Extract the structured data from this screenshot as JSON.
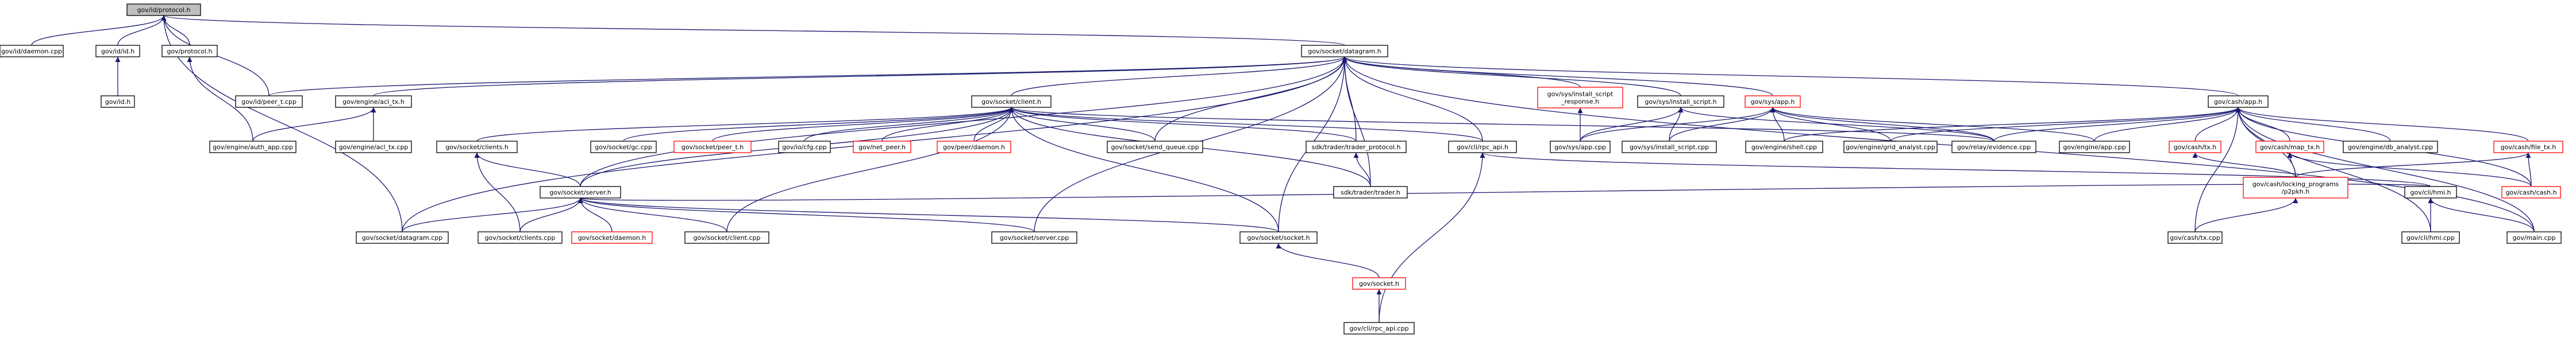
{
  "graph": {
    "colors": {
      "edge": "#191970",
      "border_normal": "#000000",
      "border_missing": "#ff0000",
      "fill_normal": "#ffffff",
      "fill_root": "#bfbfbf"
    },
    "nodes": [
      {
        "id": "n_protocol_h",
        "lines": [
          "gov/id/protocol.h"
        ],
        "style": "root"
      },
      {
        "id": "n_id_daemon_cpp",
        "lines": [
          "gov/id/daemon.cpp"
        ],
        "style": "normal"
      },
      {
        "id": "n_id_id_h",
        "lines": [
          "gov/id/id.h"
        ],
        "style": "normal"
      },
      {
        "id": "n_gov_protocol_h",
        "lines": [
          "gov/protocol.h"
        ],
        "style": "normal"
      },
      {
        "id": "n_id_h",
        "lines": [
          "gov/id.h"
        ],
        "style": "normal"
      },
      {
        "id": "n_id_peer_t_cpp",
        "lines": [
          "gov/id/peer_t.cpp"
        ],
        "style": "normal"
      },
      {
        "id": "n_socket_datagram_h",
        "lines": [
          "gov/socket/datagram.h"
        ],
        "style": "normal"
      },
      {
        "id": "n_engine_auth_app_cpp",
        "lines": [
          "gov/engine/auth_app.cpp"
        ],
        "style": "normal"
      },
      {
        "id": "n_engine_acl_tx_h",
        "lines": [
          "gov/engine/acl_tx.h"
        ],
        "style": "normal"
      },
      {
        "id": "n_engine_acl_tx_cpp",
        "lines": [
          "gov/engine/acl_tx.cpp"
        ],
        "style": "normal"
      },
      {
        "id": "n_socket_clients_h",
        "lines": [
          "gov/socket/clients.h"
        ],
        "style": "normal"
      },
      {
        "id": "n_socket_client_h",
        "lines": [
          "gov/socket/client.h"
        ],
        "style": "normal"
      },
      {
        "id": "n_socket_gc_cpp",
        "lines": [
          "gov/socket/gc.cpp"
        ],
        "style": "normal"
      },
      {
        "id": "n_socket_peer_t_h",
        "lines": [
          "gov/socket/peer_t.h"
        ],
        "style": "missing"
      },
      {
        "id": "n_io_cfg_cpp",
        "lines": [
          "gov/io/cfg.cpp"
        ],
        "style": "normal"
      },
      {
        "id": "n_net_peer_h",
        "lines": [
          "gov/net_peer.h"
        ],
        "style": "missing"
      },
      {
        "id": "n_peer_daemon_h",
        "lines": [
          "gov/peer/daemon.h"
        ],
        "style": "missing"
      },
      {
        "id": "n_socket_send_queue_cpp",
        "lines": [
          "gov/socket/send_queue.cpp"
        ],
        "style": "normal"
      },
      {
        "id": "n_sdk_trader_protocol_h",
        "lines": [
          "sdk/trader/trader_protocol.h"
        ],
        "style": "normal"
      },
      {
        "id": "n_cli_rpc_api_h",
        "lines": [
          "gov/cli/rpc_api.h"
        ],
        "style": "normal"
      },
      {
        "id": "n_sys_install_script_response_h",
        "lines": [
          "gov/sys/install_script",
          "_response.h"
        ],
        "style": "missing"
      },
      {
        "id": "n_sys_install_script_h",
        "lines": [
          "gov/sys/install_script.h"
        ],
        "style": "normal"
      },
      {
        "id": "n_sys_app_h",
        "lines": [
          "gov/sys/app.h"
        ],
        "style": "missing"
      },
      {
        "id": "n_cash_app_h",
        "lines": [
          "gov/cash/app.h"
        ],
        "style": "normal"
      },
      {
        "id": "n_socket_server_h",
        "lines": [
          "gov/socket/server.h"
        ],
        "style": "normal"
      },
      {
        "id": "n_sdk_trader_trader_h",
        "lines": [
          "sdk/trader/trader.h"
        ],
        "style": "normal"
      },
      {
        "id": "n_sys_app_cpp",
        "lines": [
          "gov/sys/app.cpp"
        ],
        "style": "normal"
      },
      {
        "id": "n_sys_install_script_cpp",
        "lines": [
          "gov/sys/install_script.cpp"
        ],
        "style": "normal"
      },
      {
        "id": "n_engine_shell_cpp",
        "lines": [
          "gov/engine/shell.cpp"
        ],
        "style": "normal"
      },
      {
        "id": "n_engine_grid_analyst_cpp",
        "lines": [
          "gov/engine/grid_analyst.cpp"
        ],
        "style": "normal"
      },
      {
        "id": "n_relay_evidence_cpp",
        "lines": [
          "gov/relay/evidence.cpp"
        ],
        "style": "normal"
      },
      {
        "id": "n_engine_app_cpp",
        "lines": [
          "gov/engine/app.cpp"
        ],
        "style": "normal"
      },
      {
        "id": "n_cash_tx_h",
        "lines": [
          "gov/cash/tx.h"
        ],
        "style": "missing"
      },
      {
        "id": "n_cash_map_tx_h",
        "lines": [
          "gov/cash/map_tx.h"
        ],
        "style": "missing"
      },
      {
        "id": "n_engine_db_analyst_cpp",
        "lines": [
          "gov/engine/db_analyst.cpp"
        ],
        "style": "normal"
      },
      {
        "id": "n_cash_file_tx_h",
        "lines": [
          "gov/cash/file_tx.h"
        ],
        "style": "missing"
      },
      {
        "id": "n_socket_datagram_cpp",
        "lines": [
          "gov/socket/datagram.cpp"
        ],
        "style": "normal"
      },
      {
        "id": "n_socket_clients_cpp",
        "lines": [
          "gov/socket/clients.cpp"
        ],
        "style": "normal"
      },
      {
        "id": "n_socket_daemon_h",
        "lines": [
          "gov/socket/daemon.h"
        ],
        "style": "missing"
      },
      {
        "id": "n_socket_client_cpp",
        "lines": [
          "gov/socket/client.cpp"
        ],
        "style": "normal"
      },
      {
        "id": "n_socket_server_cpp",
        "lines": [
          "gov/socket/server.cpp"
        ],
        "style": "normal"
      },
      {
        "id": "n_socket_socket_h",
        "lines": [
          "gov/socket/socket.h"
        ],
        "style": "normal"
      },
      {
        "id": "n_cash_locking_programs_p2pkh_h",
        "lines": [
          "gov/cash/locking_programs",
          "/p2pkh.h"
        ],
        "style": "missing"
      },
      {
        "id": "n_cli_hmi_h",
        "lines": [
          "gov/cli/hmi.h"
        ],
        "style": "normal"
      },
      {
        "id": "n_cash_cash_h",
        "lines": [
          "gov/cash/cash.h"
        ],
        "style": "missing"
      },
      {
        "id": "n_cash_tx_cpp",
        "lines": [
          "gov/cash/tx.cpp"
        ],
        "style": "normal"
      },
      {
        "id": "n_cli_hmi_cpp",
        "lines": [
          "gov/cli/hmi.cpp"
        ],
        "style": "normal"
      },
      {
        "id": "n_gov_main_cpp",
        "lines": [
          "gov/main.cpp"
        ],
        "style": "normal"
      },
      {
        "id": "n_gov_socket_h",
        "lines": [
          "gov/socket.h"
        ],
        "style": "missing"
      },
      {
        "id": "n_cli_rpc_api_cpp",
        "lines": [
          "gov/cli/rpc_api.cpp"
        ],
        "style": "normal"
      }
    ],
    "edges": [
      [
        "n_protocol_h",
        "n_id_daemon_cpp"
      ],
      [
        "n_protocol_h",
        "n_id_id_h"
      ],
      [
        "n_protocol_h",
        "n_gov_protocol_h"
      ],
      [
        "n_protocol_h",
        "n_id_peer_t_cpp"
      ],
      [
        "n_protocol_h",
        "n_socket_datagram_h"
      ],
      [
        "n_protocol_h",
        "n_socket_datagram_cpp"
      ],
      [
        "n_id_id_h",
        "n_id_h"
      ],
      [
        "n_gov_protocol_h",
        "n_engine_auth_app_cpp"
      ],
      [
        "n_socket_datagram_h",
        "n_id_peer_t_cpp"
      ],
      [
        "n_socket_datagram_h",
        "n_engine_acl_tx_h"
      ],
      [
        "n_socket_datagram_h",
        "n_socket_client_h"
      ],
      [
        "n_socket_datagram_h",
        "n_socket_send_queue_cpp"
      ],
      [
        "n_socket_datagram_h",
        "n_sdk_trader_protocol_h"
      ],
      [
        "n_socket_datagram_h",
        "n_cli_rpc_api_h"
      ],
      [
        "n_socket_datagram_h",
        "n_sys_install_script_response_h"
      ],
      [
        "n_socket_datagram_h",
        "n_sys_install_script_h"
      ],
      [
        "n_socket_datagram_h",
        "n_sys_app_h"
      ],
      [
        "n_socket_datagram_h",
        "n_cash_app_h"
      ],
      [
        "n_socket_datagram_h",
        "n_socket_server_h"
      ],
      [
        "n_socket_datagram_h",
        "n_sdk_trader_trader_h"
      ],
      [
        "n_socket_datagram_h",
        "n_socket_datagram_cpp"
      ],
      [
        "n_socket_datagram_h",
        "n_socket_server_cpp"
      ],
      [
        "n_socket_datagram_h",
        "n_socket_socket_h"
      ],
      [
        "n_socket_datagram_h",
        "n_gov_main_cpp"
      ],
      [
        "n_engine_acl_tx_h",
        "n_engine_auth_app_cpp"
      ],
      [
        "n_engine_acl_tx_h",
        "n_engine_acl_tx_cpp"
      ],
      [
        "n_socket_client_h",
        "n_socket_clients_h"
      ],
      [
        "n_socket_client_h",
        "n_socket_gc_cpp"
      ],
      [
        "n_socket_client_h",
        "n_socket_peer_t_h"
      ],
      [
        "n_socket_client_h",
        "n_io_cfg_cpp"
      ],
      [
        "n_socket_client_h",
        "n_net_peer_h"
      ],
      [
        "n_socket_client_h",
        "n_peer_daemon_h"
      ],
      [
        "n_socket_client_h",
        "n_socket_send_queue_cpp"
      ],
      [
        "n_socket_client_h",
        "n_sdk_trader_protocol_h"
      ],
      [
        "n_socket_client_h",
        "n_cli_rpc_api_h"
      ],
      [
        "n_socket_client_h",
        "n_socket_server_h"
      ],
      [
        "n_socket_client_h",
        "n_sdk_trader_trader_h"
      ],
      [
        "n_socket_client_h",
        "n_socket_client_cpp"
      ],
      [
        "n_socket_client_h",
        "n_socket_socket_h"
      ],
      [
        "n_socket_client_h",
        "n_relay_evidence_cpp"
      ],
      [
        "n_socket_clients_h",
        "n_socket_server_h"
      ],
      [
        "n_socket_clients_h",
        "n_socket_clients_cpp"
      ],
      [
        "n_sdk_trader_protocol_h",
        "n_sdk_trader_trader_h"
      ],
      [
        "n_cli_rpc_api_h",
        "n_cli_hmi_h"
      ],
      [
        "n_cli_rpc_api_h",
        "n_cli_rpc_api_cpp"
      ],
      [
        "n_sys_install_script_response_h",
        "n_sys_app_cpp"
      ],
      [
        "n_sys_install_script_h",
        "n_sys_app_cpp"
      ],
      [
        "n_sys_install_script_h",
        "n_sys_install_script_cpp"
      ],
      [
        "n_sys_install_script_h",
        "n_relay_evidence_cpp"
      ],
      [
        "n_sys_app_h",
        "n_sys_app_cpp"
      ],
      [
        "n_sys_app_h",
        "n_sys_install_script_cpp"
      ],
      [
        "n_sys_app_h",
        "n_engine_shell_cpp"
      ],
      [
        "n_sys_app_h",
        "n_engine_grid_analyst_cpp"
      ],
      [
        "n_sys_app_h",
        "n_relay_evidence_cpp"
      ],
      [
        "n_sys_app_h",
        "n_engine_app_cpp"
      ],
      [
        "n_cash_app_h",
        "n_engine_shell_cpp"
      ],
      [
        "n_cash_app_h",
        "n_engine_grid_analyst_cpp"
      ],
      [
        "n_cash_app_h",
        "n_relay_evidence_cpp"
      ],
      [
        "n_cash_app_h",
        "n_engine_app_cpp"
      ],
      [
        "n_cash_app_h",
        "n_cash_tx_h"
      ],
      [
        "n_cash_app_h",
        "n_cash_map_tx_h"
      ],
      [
        "n_cash_app_h",
        "n_engine_db_analyst_cpp"
      ],
      [
        "n_cash_app_h",
        "n_cash_file_tx_h"
      ],
      [
        "n_cash_app_h",
        "n_cash_locking_programs_p2pkh_h"
      ],
      [
        "n_cash_app_h",
        "n_cli_hmi_cpp"
      ],
      [
        "n_cash_app_h",
        "n_cash_cash_h"
      ],
      [
        "n_cash_app_h",
        "n_cash_tx_cpp"
      ],
      [
        "n_cash_app_h",
        "n_gov_main_cpp"
      ],
      [
        "n_socket_server_h",
        "n_socket_datagram_cpp"
      ],
      [
        "n_socket_server_h",
        "n_socket_clients_cpp"
      ],
      [
        "n_socket_server_h",
        "n_socket_daemon_h"
      ],
      [
        "n_socket_server_h",
        "n_socket_client_cpp"
      ],
      [
        "n_socket_server_h",
        "n_socket_server_cpp"
      ],
      [
        "n_socket_server_h",
        "n_socket_socket_h"
      ],
      [
        "n_socket_server_h",
        "n_cli_hmi_h"
      ],
      [
        "n_cash_tx_h",
        "n_cash_locking_programs_p2pkh_h"
      ],
      [
        "n_cash_map_tx_h",
        "n_cash_locking_programs_p2pkh_h"
      ],
      [
        "n_cash_map_tx_h",
        "n_cash_cash_h"
      ],
      [
        "n_cash_file_tx_h",
        "n_cash_locking_programs_p2pkh_h"
      ],
      [
        "n_cash_file_tx_h",
        "n_cash_cash_h"
      ],
      [
        "n_socket_socket_h",
        "n_gov_socket_h"
      ],
      [
        "n_cash_locking_programs_p2pkh_h",
        "n_cash_tx_cpp"
      ],
      [
        "n_cli_hmi_h",
        "n_cli_hmi_cpp"
      ],
      [
        "n_cli_hmi_h",
        "n_gov_main_cpp"
      ],
      [
        "n_gov_socket_h",
        "n_cli_rpc_api_cpp"
      ]
    ]
  }
}
